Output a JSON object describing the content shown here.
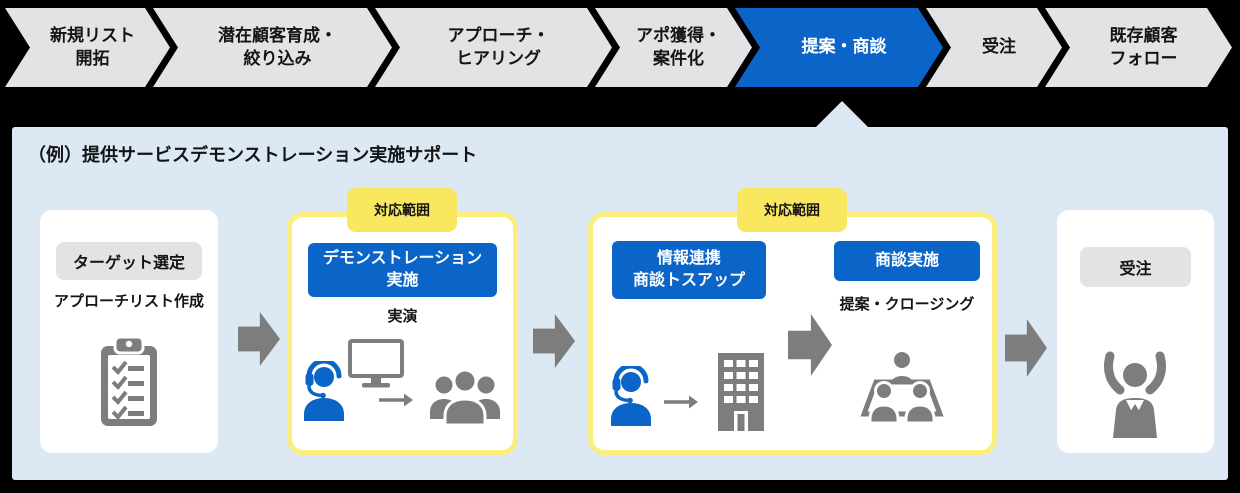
{
  "colors": {
    "accent_blue": "#0b64c8",
    "chevron_gray": "#e3e3e6",
    "panel_bg": "#dce8f3",
    "scope_yellow": "#f8e75f",
    "scope_border_yellow": "#f9ee7e",
    "icon_gray": "#7d7d7d",
    "badge_gray": "#e3e3e6",
    "text": "#141414",
    "background": "#000000"
  },
  "process_flow": {
    "steps": [
      {
        "line1": "新規リスト",
        "line2": "開拓"
      },
      {
        "line1": "潜在顧客育成・",
        "line2": "絞り込み"
      },
      {
        "line1": "アプローチ・",
        "line2": "ヒアリング"
      },
      {
        "line1": "アポ獲得・",
        "line2": "案件化"
      },
      {
        "line1": "提案・商談",
        "line2": ""
      },
      {
        "line1": "受注",
        "line2": ""
      },
      {
        "line1": "既存顧客",
        "line2": "フォロー"
      }
    ],
    "active_step": "提案・商談"
  },
  "panel": {
    "title": "（例）提供サービスデモンストレーション実施サポート",
    "cards": [
      {
        "badge": "ターゲット選定",
        "subtitle": "アプローチリスト作成",
        "icon": "clipboard-checklist-icon"
      },
      {
        "scope": "対応範囲",
        "button_line1": "デモンストレーション",
        "button_line2": "実施",
        "subtitle": "実演",
        "icons": [
          "headset-operator-icon",
          "monitor-icon",
          "arrow-right-icon",
          "audience-group-icon"
        ]
      },
      {
        "scope": "対応範囲",
        "left_button_line1": "情報連携",
        "left_button_line2": "商談トスアップ",
        "right_button": "商談実施",
        "right_subtitle": "提案・クロージング",
        "icons": [
          "headset-operator-icon",
          "arrow-right-icon",
          "office-building-icon",
          "block-arrow-right-icon",
          "meeting-table-icon"
        ]
      },
      {
        "badge": "受注",
        "icon": "celebrating-person-icon"
      }
    ],
    "connector_icons": [
      "block-arrow-right-icon",
      "block-arrow-right-icon",
      "block-arrow-right-icon"
    ]
  }
}
